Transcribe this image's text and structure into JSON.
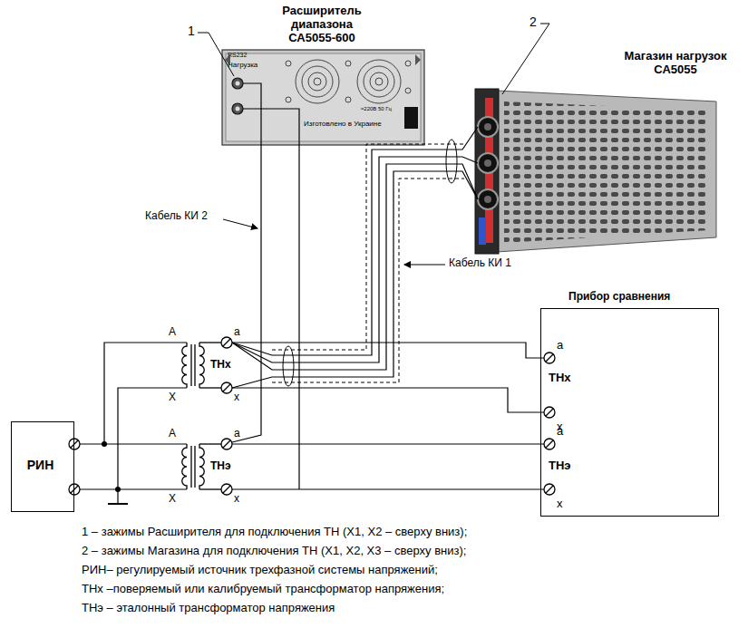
{
  "diagram": {
    "nodes": [
      {
        "text": [
          "Расширитель диапазона СА5055-600",
          "RS232",
          "Нагрузка",
          "Изготовлено в Украине",
          "≈220В 50 Гц"
        ]
      },
      {
        "text": [
          "Магазин нагрузок СА5055"
        ]
      },
      {
        "text": [
          "Прибор сравнения",
          "a",
          "ТНх",
          "x",
          "a",
          "ТНэ",
          "x"
        ]
      },
      {
        "text": [
          "РИН"
        ]
      }
    ],
    "labels": [
      "1",
      "2",
      "Кабель КИ 2",
      "Кабель КИ 1",
      "A",
      "X",
      "ТНх",
      "a",
      "x",
      "A",
      "X",
      "ТНэ",
      "a",
      "x",
      "1 – зажимы Расширителя для подключения ТН (X1, X2 – сверху вниз);",
      "2 – зажимы Магазина для подключения ТН (X1, X2, X3 – сверху вниз);",
      "РИН– регулируемый источник трехфазной системы напряжений;",
      "ТНх –поверяемый или калибруемый трансформатор напряжения;",
      "ТНэ – эталонный трансформатор напряжения"
    ]
  }
}
